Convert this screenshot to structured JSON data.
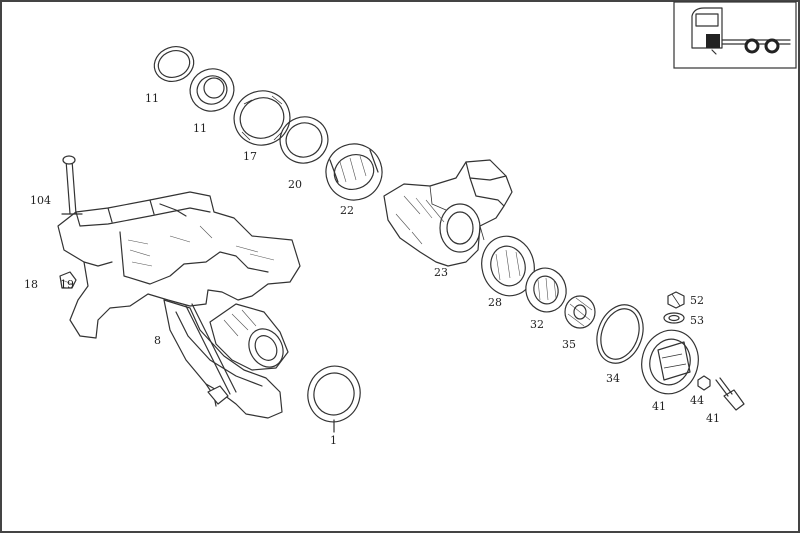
{
  "labels": {
    "p11a": "11",
    "p11b": "11",
    "p17": "17",
    "p20": "20",
    "p22": "22",
    "p23": "23",
    "p28": "28",
    "p32": "32",
    "p35": "35",
    "p34": "34",
    "p41": "41",
    "p41b": "41",
    "p44": "44",
    "p52": "52",
    "p53": "53",
    "p104": "104",
    "p18": "18",
    "p19": "19",
    "p8": "8",
    "p1": "1"
  },
  "icons": {
    "vehicle_thumbnail": "truck-icon"
  }
}
